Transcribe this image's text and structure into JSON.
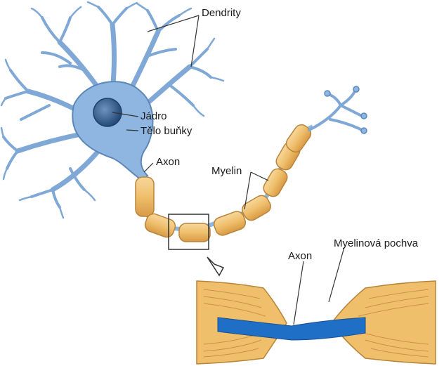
{
  "labels": {
    "dendrites": "Dendrity",
    "nucleus": "Jádro",
    "cell_body": "Tělo buňky",
    "axon_main": "Axon",
    "myelin": "Myelin",
    "axon_detail": "Axon",
    "myelin_sheath": "Myelinová pochva"
  },
  "colors": {
    "neuron_fill": "#8fb6e0",
    "neuron_stroke": "#5c87b8",
    "nucleus": "#2f5a8a",
    "myelin_fill": "#f0c479",
    "myelin_stroke": "#b8843a",
    "axon_core": "#1f6fc6",
    "label_line": "#333333"
  }
}
